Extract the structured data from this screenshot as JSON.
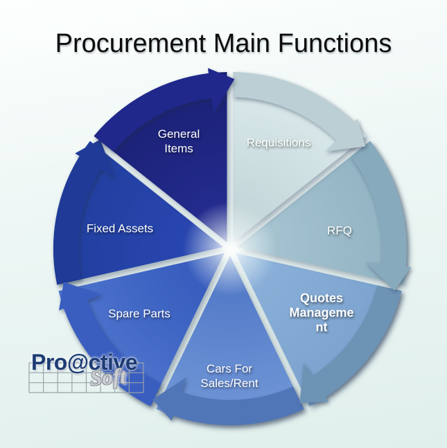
{
  "title": "Procurement Main Functions",
  "logo": {
    "name": "Pro@ctive",
    "sub": "Soft",
    "name_color": "#1d3c74"
  },
  "diagram": {
    "type": "cycle",
    "direction": "clockwise",
    "start_angle_deg": 90,
    "segment_count": 7,
    "segments": [
      {
        "id": "requisitions",
        "label": "Requisitions",
        "lines": [
          "Requisitions"
        ],
        "bold": false,
        "text_color": "#ffffff",
        "inner": "#bdd0d4",
        "outer": "#dcebec",
        "band": "#bccfd4"
      },
      {
        "id": "rfq",
        "label": "RFQ",
        "lines": [
          "RFQ"
        ],
        "bold": false,
        "text_color": "#ffffff",
        "inner": "#abc7d3",
        "outer": "#90b2c2",
        "band": "#87aabc"
      },
      {
        "id": "quotes-management",
        "label": "Quotes Management",
        "lines": [
          "Quotes",
          "Manageme",
          "nt"
        ],
        "bold": true,
        "text_color": "#ffffff",
        "inner": "#8fb4dc",
        "outer": "#7aa2cd",
        "band": "#6d93b5"
      },
      {
        "id": "cars-for-sales-rent",
        "label": "Cars For Sales/Rent",
        "lines": [
          "Cars For",
          "Sales/Rent"
        ],
        "bold": false,
        "text_color": "#ffffff",
        "inner": "#4a71c2",
        "outer": "#7298d8",
        "band": "#5076b8"
      },
      {
        "id": "spare-parts",
        "label": "Spare Parts",
        "lines": [
          "Spare Parts"
        ],
        "bold": false,
        "text_color": "#ffffff",
        "inner": "#2f54b8",
        "outer": "#4e75ce",
        "band": "#3a5ec0"
      },
      {
        "id": "fixed-assets",
        "label": "Fixed Assets",
        "lines": [
          "Fixed Assets"
        ],
        "bold": false,
        "text_color": "#ffffff",
        "inner": "#2a48b4",
        "outer": "#213f9e",
        "band": "#1f3b97"
      },
      {
        "id": "general-items",
        "label": "General Items",
        "lines": [
          "General",
          "Items"
        ],
        "bold": false,
        "text_color": "#ffffff",
        "inner": "#262f96",
        "outer": "#1a2073",
        "band": "#20288c"
      }
    ]
  }
}
